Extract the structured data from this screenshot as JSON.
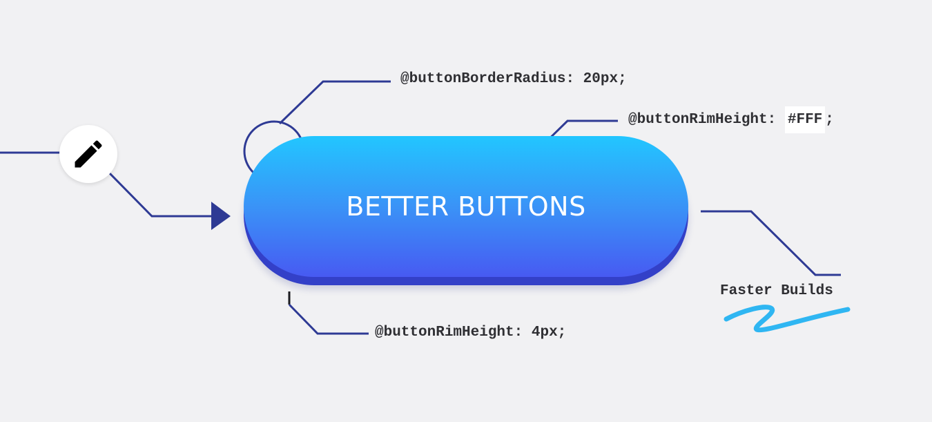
{
  "button": {
    "label": "BETTER BUTTONS",
    "gradient_top": "#22c6ff",
    "gradient_bottom": "#475af2",
    "rim_color": "#3340c8"
  },
  "annotations": {
    "border_radius": {
      "name": "@buttonBorderRadius:",
      "value": "20px",
      "end": ";"
    },
    "rim_color": {
      "name": "@buttonRimHeight:",
      "value": "#FFF",
      "end": ";"
    },
    "rim_height": {
      "name": "@buttonRimHeight:",
      "value": "4px",
      "end": ";"
    },
    "faster_builds": "Faster Builds"
  },
  "icons": {
    "edit": "pencil-icon",
    "arrow": "arrow-right-icon"
  },
  "colors": {
    "background": "#f1f1f3",
    "connector": "#2e3a94",
    "squiggle": "#2fb6f2",
    "text": "#2f2f33"
  }
}
